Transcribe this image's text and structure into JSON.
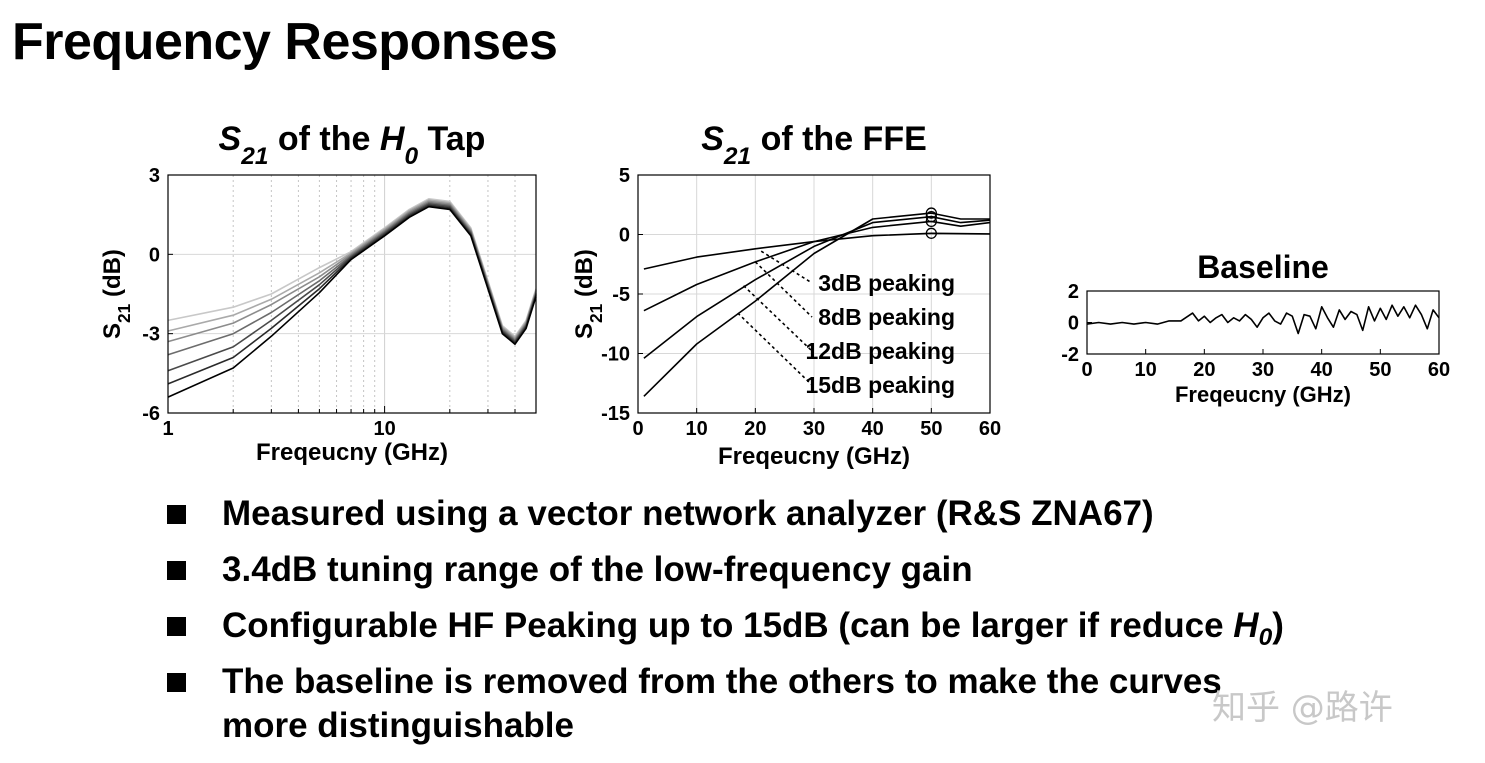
{
  "page": {
    "title": "Frequency Responses",
    "watermark": "知乎 @路许"
  },
  "bullets": [
    {
      "lines": [
        [
          {
            "t": "Measured using a vector network analyzer (R&S ZNA67)"
          }
        ]
      ]
    },
    {
      "lines": [
        [
          {
            "t": "3.4dB tuning range of the low-frequency gain"
          }
        ]
      ]
    },
    {
      "lines": [
        [
          {
            "t": "Configurable HF Peaking up to 15dB (can be larger if reduce "
          },
          {
            "t": "H",
            "i": 1
          },
          {
            "t": "0",
            "i": 1,
            "sub": 1
          },
          {
            "t": ")"
          }
        ]
      ]
    },
    {
      "lines": [
        [
          {
            "t": "The baseline is removed from the others to make the curves"
          }
        ],
        [
          {
            "t": "more distinguishable"
          }
        ]
      ]
    }
  ],
  "chart_data": [
    {
      "id": "h0tap",
      "type": "line",
      "title": [
        {
          "t": "S",
          "i": 1
        },
        {
          "t": "21",
          "i": 1,
          "sub": 1
        },
        {
          "t": " of the "
        },
        {
          "t": "H",
          "i": 1
        },
        {
          "t": "0",
          "i": 1,
          "sub": 1
        },
        {
          "t": " Tap"
        }
      ],
      "xlabel": "Freqeucny (GHz)",
      "ylabel": [
        {
          "t": "S"
        },
        {
          "t": "21",
          "sub": 1
        },
        {
          "t": " (dB)"
        }
      ],
      "xscale": "log",
      "xlim": [
        1,
        50
      ],
      "ylim": [
        -6,
        3
      ],
      "xticks": [
        1,
        10
      ],
      "xtick_labels": [
        "1",
        "10"
      ],
      "yticks": [
        -6,
        -3,
        0,
        3
      ],
      "ytick_labels": [
        "-6",
        "-3",
        "0",
        "3"
      ],
      "grid": true,
      "series": [
        {
          "color": "#c8c8c8",
          "points": [
            [
              1,
              -2.5
            ],
            [
              2,
              -2.0
            ],
            [
              3,
              -1.5
            ],
            [
              5,
              -0.5
            ],
            [
              7,
              0.1
            ],
            [
              10,
              1.0
            ],
            [
              13,
              1.7
            ],
            [
              16,
              2.1
            ],
            [
              20,
              2.0
            ],
            [
              25,
              1.0
            ],
            [
              30,
              -1.0
            ],
            [
              35,
              -2.7
            ],
            [
              40,
              -3.1
            ],
            [
              45,
              -2.5
            ],
            [
              50,
              -1.3
            ]
          ]
        },
        {
          "color": "#aaaaaa",
          "points": [
            [
              1,
              -2.9
            ],
            [
              2,
              -2.3
            ],
            [
              3,
              -1.7
            ],
            [
              5,
              -0.7
            ],
            [
              7,
              0.05
            ],
            [
              10,
              0.95
            ],
            [
              13,
              1.65
            ],
            [
              16,
              2.05
            ],
            [
              20,
              1.95
            ],
            [
              25,
              0.95
            ],
            [
              30,
              -1.05
            ],
            [
              35,
              -2.75
            ],
            [
              40,
              -3.15
            ],
            [
              45,
              -2.55
            ],
            [
              50,
              -1.35
            ]
          ]
        },
        {
          "color": "#8c8c8c",
          "points": [
            [
              1,
              -3.3
            ],
            [
              2,
              -2.6
            ],
            [
              3,
              -1.9
            ],
            [
              5,
              -0.85
            ],
            [
              7,
              0.0
            ],
            [
              10,
              0.9
            ],
            [
              13,
              1.6
            ],
            [
              16,
              2.0
            ],
            [
              20,
              1.9
            ],
            [
              25,
              0.9
            ],
            [
              30,
              -1.1
            ],
            [
              35,
              -2.8
            ],
            [
              40,
              -3.2
            ],
            [
              45,
              -2.6
            ],
            [
              50,
              -1.4
            ]
          ]
        },
        {
          "color": "#6c6c6c",
          "points": [
            [
              1,
              -3.8
            ],
            [
              2,
              -3.0
            ],
            [
              3,
              -2.2
            ],
            [
              5,
              -1.0
            ],
            [
              7,
              -0.05
            ],
            [
              10,
              0.85
            ],
            [
              13,
              1.55
            ],
            [
              16,
              1.95
            ],
            [
              20,
              1.85
            ],
            [
              25,
              0.85
            ],
            [
              30,
              -1.15
            ],
            [
              35,
              -2.85
            ],
            [
              40,
              -3.25
            ],
            [
              45,
              -2.65
            ],
            [
              50,
              -1.45
            ]
          ]
        },
        {
          "color": "#4a4a4a",
          "points": [
            [
              1,
              -4.4
            ],
            [
              2,
              -3.5
            ],
            [
              3,
              -2.5
            ],
            [
              5,
              -1.15
            ],
            [
              7,
              -0.1
            ],
            [
              10,
              0.8
            ],
            [
              13,
              1.5
            ],
            [
              16,
              1.9
            ],
            [
              20,
              1.8
            ],
            [
              25,
              0.8
            ],
            [
              30,
              -1.2
            ],
            [
              35,
              -2.9
            ],
            [
              40,
              -3.3
            ],
            [
              45,
              -2.7
            ],
            [
              50,
              -1.5
            ]
          ]
        },
        {
          "color": "#2a2a2a",
          "points": [
            [
              1,
              -4.9
            ],
            [
              2,
              -3.9
            ],
            [
              3,
              -2.8
            ],
            [
              5,
              -1.3
            ],
            [
              7,
              -0.15
            ],
            [
              10,
              0.75
            ],
            [
              13,
              1.45
            ],
            [
              16,
              1.85
            ],
            [
              20,
              1.75
            ],
            [
              25,
              0.75
            ],
            [
              30,
              -1.25
            ],
            [
              35,
              -2.95
            ],
            [
              40,
              -3.35
            ],
            [
              45,
              -2.75
            ],
            [
              50,
              -1.55
            ]
          ]
        },
        {
          "color": "#000000",
          "points": [
            [
              1,
              -5.4
            ],
            [
              2,
              -4.3
            ],
            [
              3,
              -3.1
            ],
            [
              5,
              -1.45
            ],
            [
              7,
              -0.2
            ],
            [
              10,
              0.7
            ],
            [
              13,
              1.4
            ],
            [
              16,
              1.8
            ],
            [
              20,
              1.7
            ],
            [
              25,
              0.7
            ],
            [
              30,
              -1.3
            ],
            [
              35,
              -3.0
            ],
            [
              40,
              -3.4
            ],
            [
              45,
              -2.8
            ],
            [
              50,
              -1.6
            ]
          ]
        }
      ]
    },
    {
      "id": "ffe",
      "type": "line",
      "title": [
        {
          "t": "S",
          "i": 1
        },
        {
          "t": "21",
          "i": 1,
          "sub": 1
        },
        {
          "t": " of the FFE"
        }
      ],
      "xlabel": "Freqeucny (GHz)",
      "ylabel": [
        {
          "t": "S"
        },
        {
          "t": "21",
          "sub": 1
        },
        {
          "t": " (dB)"
        }
      ],
      "xscale": "linear",
      "xlim": [
        0,
        60
      ],
      "ylim": [
        -15,
        5
      ],
      "xticks": [
        0,
        10,
        20,
        30,
        40,
        50,
        60
      ],
      "xtick_labels": [
        "0",
        "10",
        "20",
        "30",
        "40",
        "50",
        "60"
      ],
      "yticks": [
        -15,
        -10,
        -5,
        0,
        5
      ],
      "ytick_labels": [
        "-15",
        "-10",
        "-5",
        "0",
        "5"
      ],
      "grid": true,
      "series": [
        {
          "name": "3dB peaking",
          "color": "#000000",
          "points": [
            [
              1,
              -2.9
            ],
            [
              10,
              -1.9
            ],
            [
              20,
              -1.2
            ],
            [
              30,
              -0.6
            ],
            [
              40,
              -0.1
            ],
            [
              50,
              0.1
            ],
            [
              60,
              0.05
            ]
          ]
        },
        {
          "name": "8dB peaking",
          "color": "#000000",
          "points": [
            [
              1,
              -6.4
            ],
            [
              10,
              -4.2
            ],
            [
              20,
              -2.3
            ],
            [
              30,
              -0.6
            ],
            [
              40,
              0.6
            ],
            [
              50,
              1.1
            ],
            [
              55,
              0.7
            ],
            [
              60,
              1.0
            ]
          ]
        },
        {
          "name": "12dB peaking",
          "color": "#000000",
          "points": [
            [
              1,
              -10.4
            ],
            [
              10,
              -6.9
            ],
            [
              20,
              -3.8
            ],
            [
              30,
              -1.0
            ],
            [
              40,
              1.0
            ],
            [
              50,
              1.5
            ],
            [
              55,
              1.0
            ],
            [
              60,
              1.2
            ]
          ]
        },
        {
          "name": "15dB peaking",
          "color": "#000000",
          "points": [
            [
              1,
              -13.6
            ],
            [
              10,
              -9.2
            ],
            [
              20,
              -5.6
            ],
            [
              30,
              -1.6
            ],
            [
              40,
              1.3
            ],
            [
              50,
              1.8
            ],
            [
              55,
              1.3
            ],
            [
              60,
              1.3
            ]
          ]
        }
      ],
      "markers": [
        [
          50,
          0.1
        ],
        [
          50,
          1.1
        ],
        [
          50,
          1.5
        ],
        [
          50,
          1.8
        ]
      ],
      "annotations": [
        {
          "text": "3dB peaking",
          "from": [
            21,
            -1.4
          ]
        },
        {
          "text": "8dB peaking",
          "from": [
            20,
            -2.3
          ]
        },
        {
          "text": "12dB peaking",
          "from": [
            18,
            -4.3
          ]
        },
        {
          "text": "15dB peaking",
          "from": [
            17,
            -6.6
          ]
        }
      ]
    },
    {
      "id": "baseline",
      "type": "line",
      "title": [
        {
          "t": "Baseline"
        }
      ],
      "xlabel": "Freqeucny (GHz)",
      "ylabel": [],
      "xscale": "linear",
      "xlim": [
        0,
        60
      ],
      "ylim": [
        -2,
        2
      ],
      "xticks": [
        0,
        10,
        20,
        30,
        40,
        50,
        60
      ],
      "xtick_labels": [
        "0",
        "10",
        "20",
        "30",
        "40",
        "50",
        "60"
      ],
      "yticks": [
        -2,
        0,
        2
      ],
      "ytick_labels": [
        "-2",
        "0",
        "2"
      ],
      "grid": false,
      "series": [
        {
          "color": "#000000",
          "points": [
            [
              0,
              -0.1
            ],
            [
              2,
              0
            ],
            [
              4,
              -0.1
            ],
            [
              6,
              0
            ],
            [
              8,
              -0.1
            ],
            [
              10,
              0
            ],
            [
              12,
              -0.1
            ],
            [
              14,
              0.1
            ],
            [
              16,
              0.1
            ],
            [
              18,
              0.6
            ],
            [
              19,
              0.1
            ],
            [
              20,
              0.4
            ],
            [
              21,
              0
            ],
            [
              22,
              0.3
            ],
            [
              23,
              0.5
            ],
            [
              24,
              0
            ],
            [
              25,
              0.3
            ],
            [
              26,
              0.1
            ],
            [
              27,
              0.5
            ],
            [
              28,
              0.2
            ],
            [
              29,
              -0.3
            ],
            [
              30,
              0.3
            ],
            [
              31,
              0.6
            ],
            [
              32,
              0.1
            ],
            [
              33,
              -0.1
            ],
            [
              34,
              0.6
            ],
            [
              35,
              0.4
            ],
            [
              36,
              -0.7
            ],
            [
              37,
              0.5
            ],
            [
              38,
              0.4
            ],
            [
              39,
              -0.4
            ],
            [
              40,
              1.0
            ],
            [
              41,
              0.3
            ],
            [
              42,
              -0.3
            ],
            [
              43,
              0.8
            ],
            [
              44,
              0.2
            ],
            [
              45,
              0.7
            ],
            [
              46,
              0.5
            ],
            [
              47,
              -0.5
            ],
            [
              48,
              1.0
            ],
            [
              49,
              0.1
            ],
            [
              50,
              0.9
            ],
            [
              51,
              0.2
            ],
            [
              52,
              1.1
            ],
            [
              53,
              0.4
            ],
            [
              54,
              1.0
            ],
            [
              55,
              0.3
            ],
            [
              56,
              1.1
            ],
            [
              57,
              0.5
            ],
            [
              58,
              -0.4
            ],
            [
              59,
              0.8
            ],
            [
              60,
              0.3
            ]
          ]
        }
      ]
    }
  ]
}
